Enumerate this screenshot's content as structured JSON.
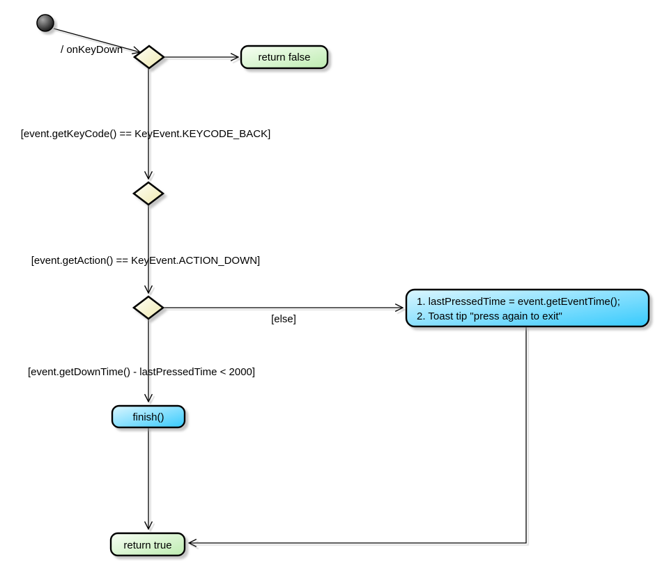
{
  "diagram": {
    "kind": "uml-activity-diagram",
    "labels": {
      "on_key_down": "/ onKeyDown",
      "guard_keycode": "[event.getKeyCode() == KeyEvent.KEYCODE_BACK]",
      "guard_action": "[event.getAction() == KeyEvent.ACTION_DOWN]",
      "guard_else": "[else]",
      "guard_downtime": "[event.getDownTime() - lastPressedTime < 2000]"
    },
    "nodes": {
      "return_false": "return false",
      "toast_action_line1": "1. lastPressedTime = event.getEventTime();",
      "toast_action_line2": "2. Toast tip \"press again to exit\"",
      "finish": "finish()",
      "return_true": "return true"
    },
    "colors": {
      "background": "#FFFFFF",
      "edge": "#000000",
      "border": "#000000",
      "decision_fill_light": "#FFFFF8",
      "decision_fill_dark": "#EFE9AE",
      "green_fill_light": "#F8FEF5",
      "green_fill_dark": "#BDECB0",
      "blue_fill_light": "#DCF6FE",
      "blue_fill_dark": "#36CAFD",
      "start_node_light": "#A8A8A8",
      "start_node_dark": "#000000",
      "shadow": "#9E9E9E"
    }
  }
}
